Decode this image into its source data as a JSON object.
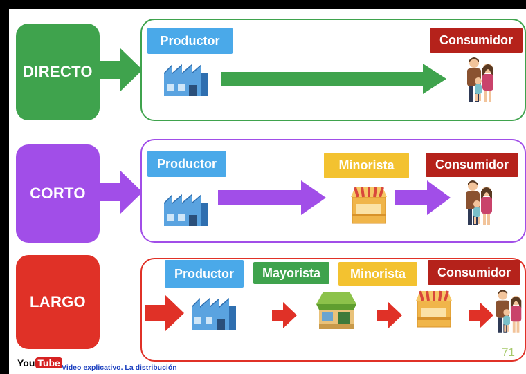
{
  "colors": {
    "directo": "#3fa34d",
    "corto": "#a14ee8",
    "largo": "#e03127",
    "productor_tag": "#4aa9e9",
    "consumidor_tag": "#b5221b",
    "minorista_tag": "#f3c230",
    "mayorista_tag": "#3fa34d"
  },
  "rows": {
    "directo": {
      "label": "DIRECTO",
      "productor": "Productor",
      "consumidor": "Consumidor"
    },
    "corto": {
      "label": "CORTO",
      "productor": "Productor",
      "minorista": "Minorista",
      "consumidor": "Consumidor"
    },
    "largo": {
      "label": "LARGO",
      "productor": "Productor",
      "mayorista": "Mayorista",
      "minorista": "Minorista",
      "consumidor": "Consumidor"
    }
  },
  "page_number": "71",
  "footer": {
    "youtube_you": "You",
    "youtube_tube": "Tube",
    "link_text": "Video explicativo. La distribución"
  },
  "icons": [
    "factory-icon",
    "family-icon",
    "shop-icon",
    "store-building-icon"
  ]
}
